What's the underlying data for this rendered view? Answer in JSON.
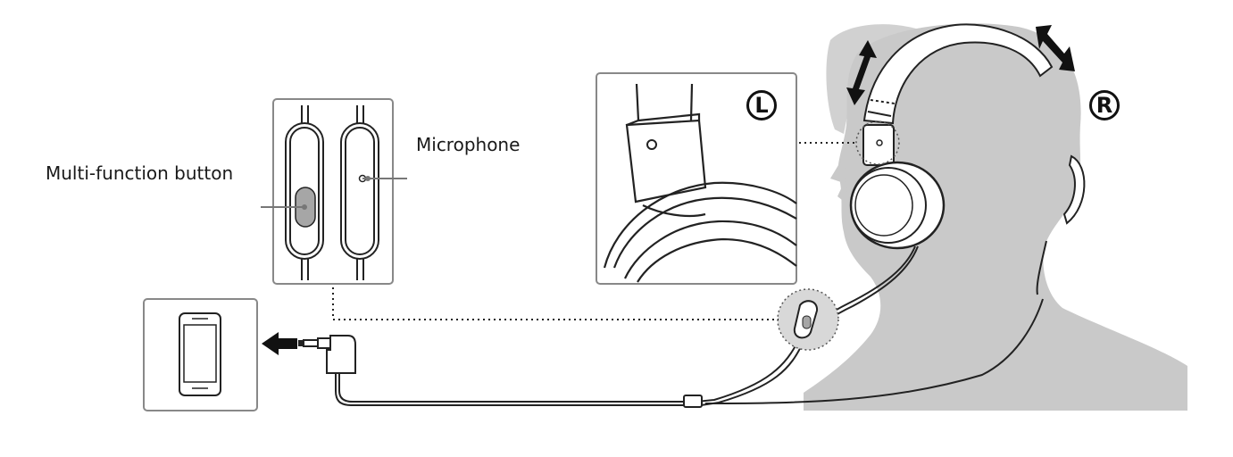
{
  "labels": {
    "multi_function_button": "Multi-function button",
    "microphone": "Microphone",
    "left_marker": "L",
    "right_marker": "R"
  },
  "colors": {
    "head_silhouette": "#c9c9c9",
    "outline": "#222222",
    "button_fill": "#a6a6a6",
    "dotted_line": "#222222"
  },
  "icons": {
    "arrow": "arrow-left-icon",
    "adjust_arrows": "double-arrow-icon",
    "phone": "smartphone-icon",
    "plug": "audio-plug-icon"
  }
}
